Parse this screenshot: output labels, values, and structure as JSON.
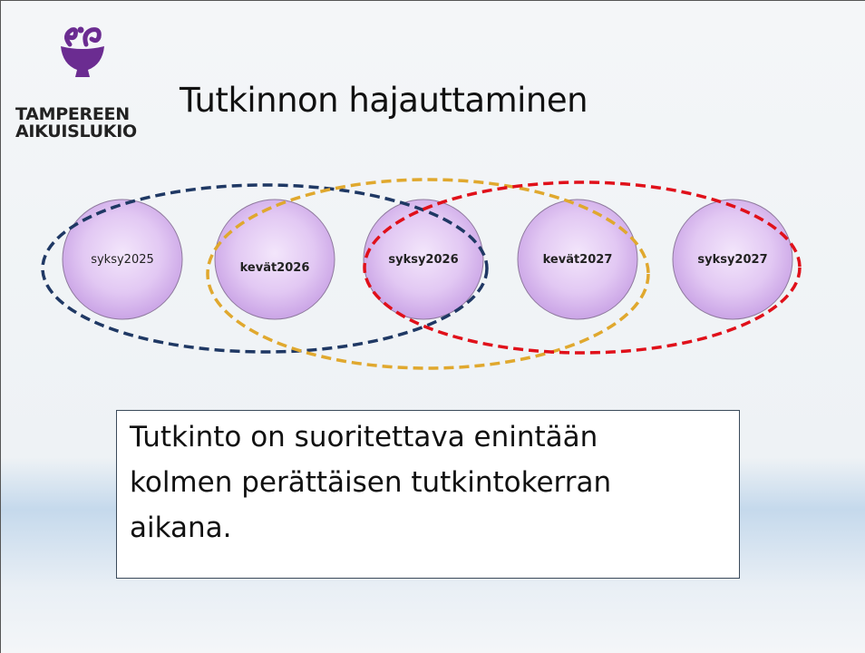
{
  "logo": {
    "line1": "TAMPEREEN",
    "line2": "AIKUISLUKIO",
    "color": "#6b2c91"
  },
  "title": "Tutkinnon hajauttaminen",
  "circles": [
    {
      "label": "syksy2025",
      "bold": false
    },
    {
      "label": "kevät2026",
      "bold": true
    },
    {
      "label": "syksy2026",
      "bold": true
    },
    {
      "label": "kevät2027",
      "bold": true
    },
    {
      "label": "syksy2027",
      "bold": true
    }
  ],
  "groups": [
    {
      "color": "#1f3864",
      "covers": [
        "syksy2025",
        "kevät2026",
        "syksy2026"
      ]
    },
    {
      "color": "#e0a82e",
      "covers": [
        "kevät2026",
        "syksy2026",
        "kevät2027"
      ]
    },
    {
      "color": "#e0101a",
      "covers": [
        "syksy2026",
        "kevät2027",
        "syksy2027"
      ]
    }
  ],
  "note": {
    "part1": "Tutkinto on suoritettava ",
    "part2": "enintään",
    "part3": "kolmen perättäisen tutkintokerran",
    "part4": "aikana",
    "part5": "."
  }
}
